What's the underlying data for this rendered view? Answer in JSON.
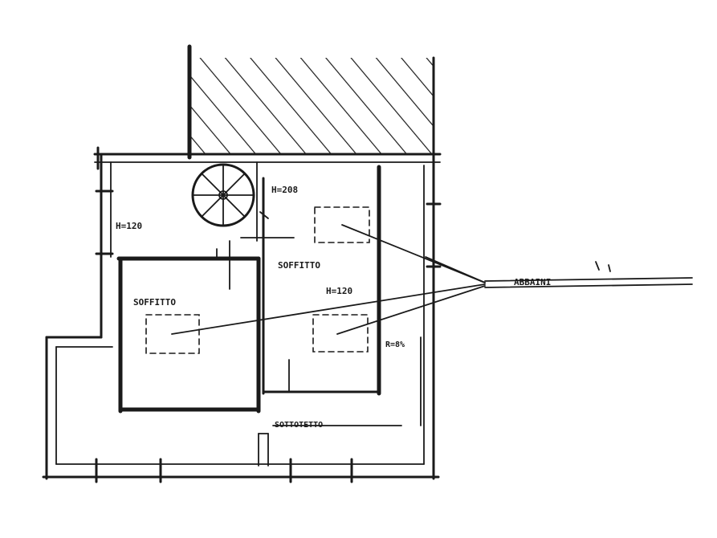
{
  "labels": {
    "h_topleft": "H=120",
    "h_topright": "H=208",
    "h_mid": "H=120",
    "room_left": "SOFFITTO",
    "room_right": "SOFFITTO",
    "bottom_note": "SOTTOTETTO",
    "side_note": "R=8%",
    "pointer_note": "ABBAINI"
  }
}
